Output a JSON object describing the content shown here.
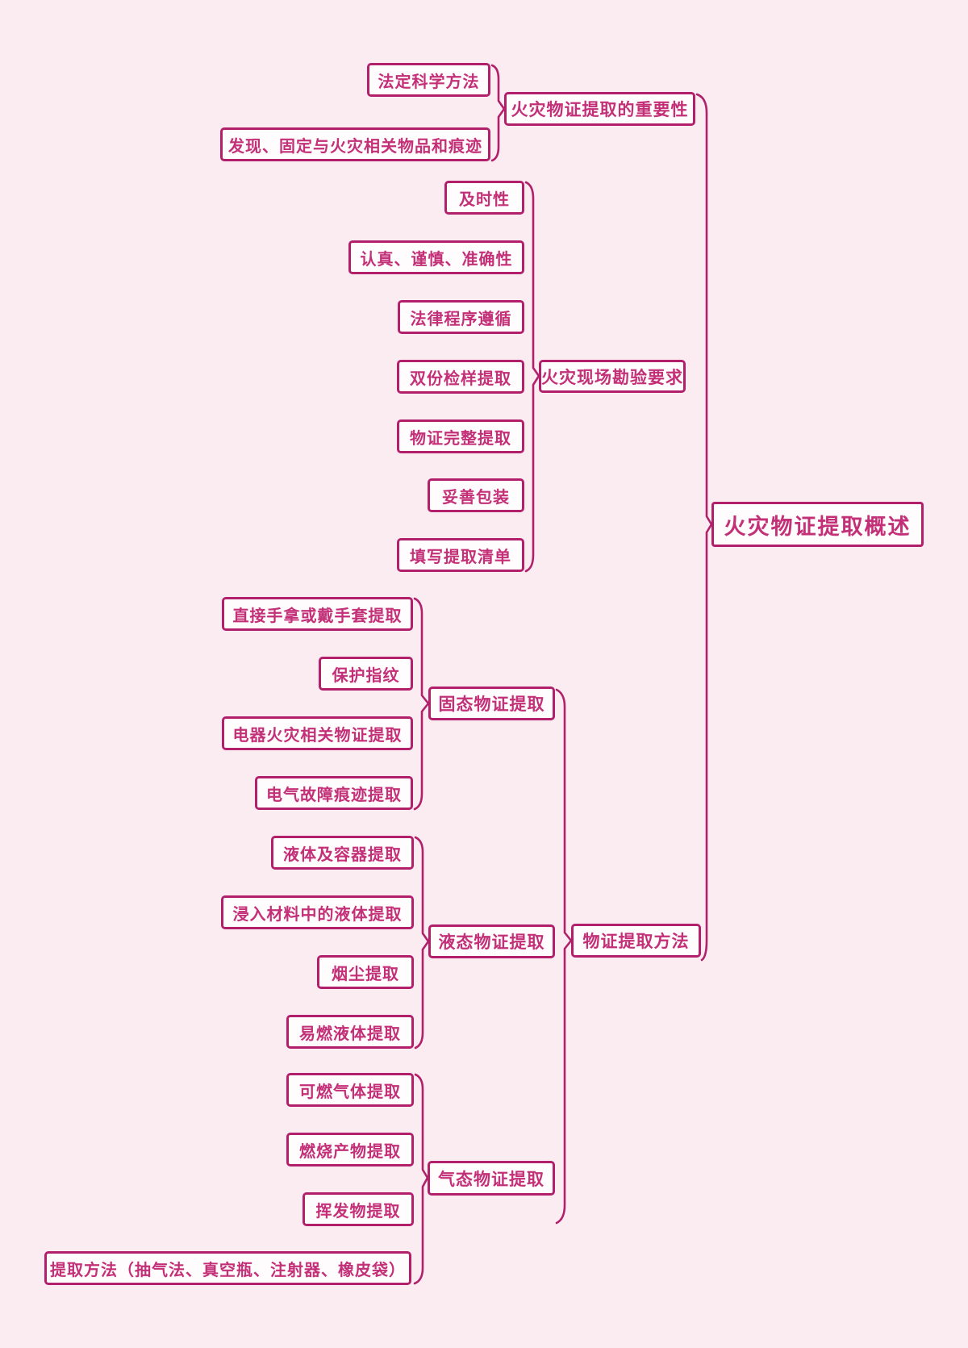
{
  "root": {
    "label": "火灾物证提取概述"
  },
  "branches": {
    "importance": {
      "label": "火灾物证提取的重要性",
      "children": {
        "legal_method": {
          "label": "法定科学方法"
        },
        "discover_fix": {
          "label": "发现、固定与火灾相关物品和痕迹"
        }
      }
    },
    "scene_requirements": {
      "label": "火灾现场勘验要求",
      "children": {
        "timeliness": {
          "label": "及时性"
        },
        "carefulness": {
          "label": "认真、谨慎、准确性"
        },
        "legal_procedure": {
          "label": "法律程序遵循"
        },
        "duplicate_sampling": {
          "label": "双份检样提取"
        },
        "complete_extraction": {
          "label": "物证完整提取"
        },
        "proper_packaging": {
          "label": "妥善包装"
        },
        "fill_inventory": {
          "label": "填写提取清单"
        }
      }
    },
    "methods": {
      "label": "物证提取方法",
      "children": {
        "solid": {
          "label": "固态物证提取",
          "children": {
            "hand_or_glove": {
              "label": "直接手拿或戴手套提取"
            },
            "protect_fingerprint": {
              "label": "保护指纹"
            },
            "electric_fire_evidence": {
              "label": "电器火灾相关物证提取"
            },
            "electric_fault_trace": {
              "label": "电气故障痕迹提取"
            }
          }
        },
        "liquid": {
          "label": "液态物证提取",
          "children": {
            "liquid_container": {
              "label": "液体及容器提取"
            },
            "soaked_material": {
              "label": "浸入材料中的液体提取"
            },
            "soot": {
              "label": "烟尘提取"
            },
            "flammable_liquid": {
              "label": "易燃液体提取"
            }
          }
        },
        "gas": {
          "label": "气态物证提取",
          "children": {
            "combustible_gas": {
              "label": "可燃气体提取"
            },
            "combustion_products": {
              "label": "燃烧产物提取"
            },
            "volatiles": {
              "label": "挥发物提取"
            },
            "extraction_tools": {
              "label": "提取方法（抽气法、真空瓶、注射器、橡皮袋）"
            }
          }
        }
      }
    }
  },
  "colors": {
    "background": "#fbecf1",
    "line": "#b2206c",
    "text": "#c33078",
    "node_fill": "#fffcfd"
  }
}
